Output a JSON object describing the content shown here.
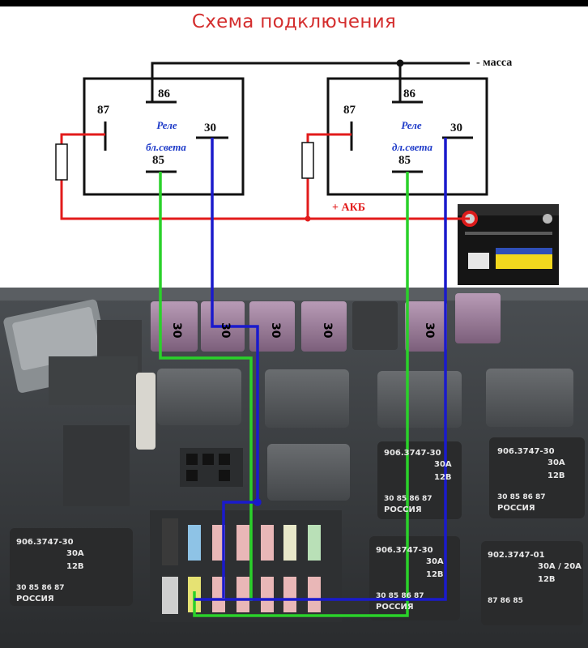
{
  "title": "Схема подключения",
  "labels": {
    "mass": "- масса",
    "akb": "+ АКБ"
  },
  "relays": [
    {
      "name_line1": "Реле",
      "name_line2": "бл.света",
      "pin86": "86",
      "pin87": "87",
      "pin85": "85",
      "pin30": "30"
    },
    {
      "name_line1": "Реле",
      "name_line2": "дл.света",
      "pin86": "86",
      "pin87": "87",
      "pin85": "85",
      "pin30": "30"
    }
  ],
  "fuse_box": {
    "fuse_ratings": [
      "30",
      "30",
      "30",
      "30",
      "30"
    ],
    "relay_labels": [
      {
        "part": "906.3747-30",
        "current": "30A",
        "voltage": "12B",
        "pins": "30 85 86 87",
        "country": "РОССИЯ"
      },
      {
        "part": "906.3747-30",
        "current": "30A",
        "voltage": "12B",
        "pins": "30 85 86 87",
        "country": "РОССИЯ"
      },
      {
        "part": "906.3747-30",
        "current": "30A",
        "voltage": "12B",
        "pins": "30 85 86 87",
        "country": "РОССИЯ"
      },
      {
        "part": "906.3747-30",
        "current": "30A",
        "voltage": "12B",
        "pins": "30 85 86 87",
        "country": "РОССИЯ"
      },
      {
        "part": "902.3747-01",
        "current": "30A / 20A",
        "voltage": "12B",
        "pins": "87 86 85",
        "country": ""
      }
    ]
  },
  "colors": {
    "title": "#d42e2e",
    "ground_wire": "#111111",
    "power_wire": "#e21b1b",
    "control_wire": "#2ad12a",
    "signal_wire": "#1a1acc",
    "relay_text": "#1c39c8"
  }
}
